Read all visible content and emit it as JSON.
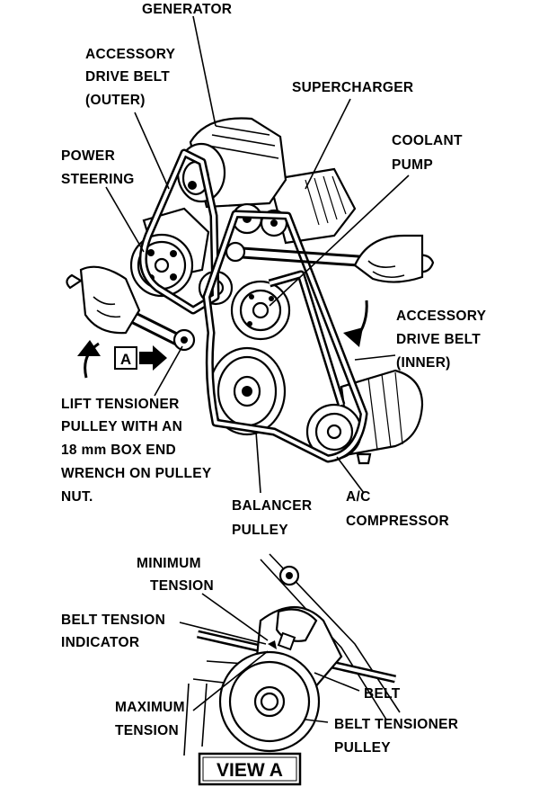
{
  "labels": {
    "generator": "GENERATOR",
    "belt_outer_1": "ACCESSORY",
    "belt_outer_2": "DRIVE BELT",
    "belt_outer_3": "(OUTER)",
    "supercharger": "SUPERCHARGER",
    "coolant_1": "COOLANT",
    "coolant_2": "PUMP",
    "power_1": "POWER",
    "power_2": "STEERING",
    "belt_inner_1": "ACCESSORY",
    "belt_inner_2": "DRIVE BELT",
    "belt_inner_3": "(INNER)",
    "lift_1": "LIFT TENSIONER",
    "lift_2": "PULLEY WITH AN",
    "lift_3": "18 mm BOX END",
    "lift_4": "WRENCH ON PULLEY",
    "lift_5": "NUT.",
    "balancer_1": "BALANCER",
    "balancer_2": "PULLEY",
    "ac_1": "A/C",
    "ac_2": "COMPRESSOR",
    "callout_a": "A",
    "min_1": "MINIMUM",
    "min_2": "TENSION",
    "indicator_1": "BELT TENSION",
    "indicator_2": "INDICATOR",
    "max_1": "MAXIMUM",
    "max_2": "TENSION",
    "belt": "BELT",
    "tensioner_1": "BELT TENSIONER",
    "tensioner_2": "PULLEY",
    "view_a": "VIEW A"
  }
}
